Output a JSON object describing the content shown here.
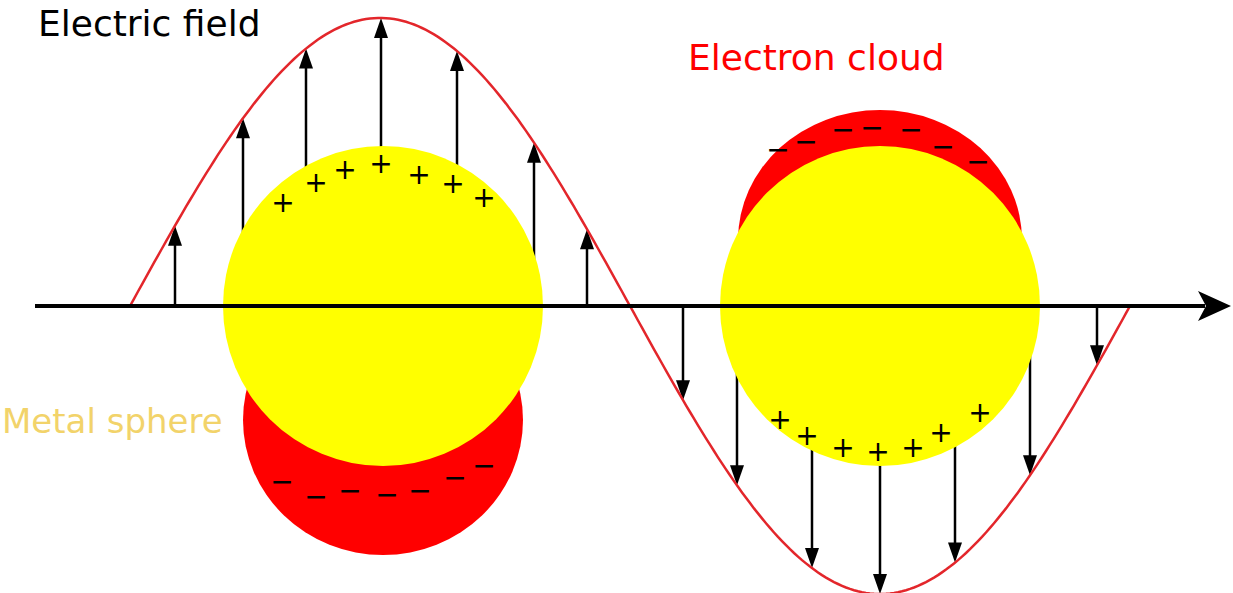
{
  "diagram": {
    "labels": [
      "Electric field",
      "Electron cloud",
      "Metal sphere",
      "+",
      "+",
      "+",
      "+",
      "+",
      "+",
      "+",
      "−",
      "−",
      "−",
      "−",
      "−",
      "−",
      "−",
      "−",
      "−",
      "−",
      "−",
      "−",
      "−",
      "−",
      "+",
      "+",
      "+",
      "+",
      "+",
      "+",
      "+"
    ]
  }
}
